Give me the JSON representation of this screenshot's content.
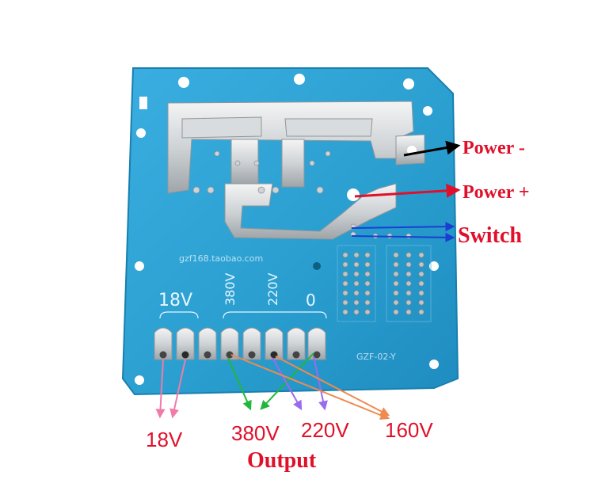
{
  "board": {
    "silk_url": "gzf168.taobao.com",
    "silk_model": "GZF-02-Y",
    "tap_18v": "18V",
    "tap_380v": "380V",
    "tap_220v": "220V",
    "tap_0": "0"
  },
  "labels": {
    "power_minus": "Power -",
    "power_plus": "Power +",
    "switch": "Switch",
    "out_18v": "18V",
    "out_380v": "380V",
    "out_220v": "220V",
    "out_160v": "160V",
    "output": "Output"
  },
  "colors": {
    "board": "#2a9fd0",
    "label_red": "#e0102a",
    "arrow_black": "#000000",
    "arrow_red": "#e0102a",
    "arrow_blue": "#1a3fd0",
    "arrow_pink": "#f07aa8",
    "arrow_green": "#1fb83a",
    "arrow_violet": "#9a6af0",
    "arrow_orange": "#f08a50"
  }
}
